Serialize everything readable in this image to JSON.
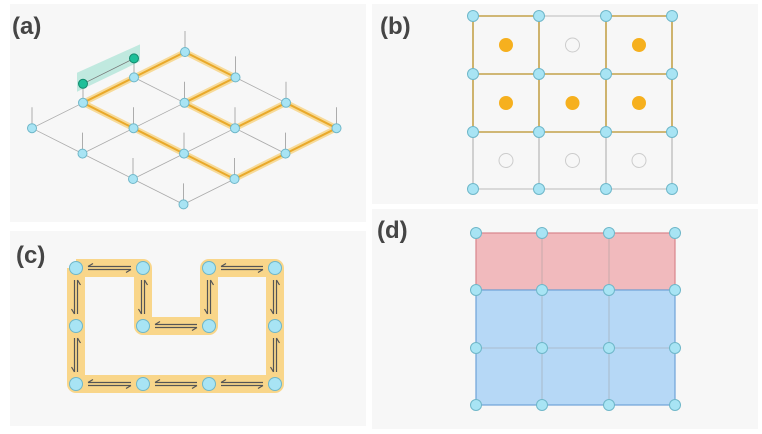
{
  "panels": {
    "a": {
      "label": "(a)"
    },
    "b": {
      "label": "(b)",
      "filled_cells": [
        [
          0,
          0
        ],
        [
          2,
          0
        ],
        [
          0,
          1
        ],
        [
          1,
          1
        ],
        [
          2,
          1
        ]
      ]
    },
    "c": {
      "label": "(c)"
    },
    "d": {
      "label": "(d)",
      "red_rows": 1,
      "blue_rows": 2
    }
  },
  "colors": {
    "node": "#a8e4f4",
    "node_stroke": "#6fb7c9",
    "path": "#f7c24a",
    "teal": "#1dbf99",
    "red_region": "#f1babd",
    "blue_region": "#b6d8f6",
    "panel_bg": "#f7f7f7"
  }
}
